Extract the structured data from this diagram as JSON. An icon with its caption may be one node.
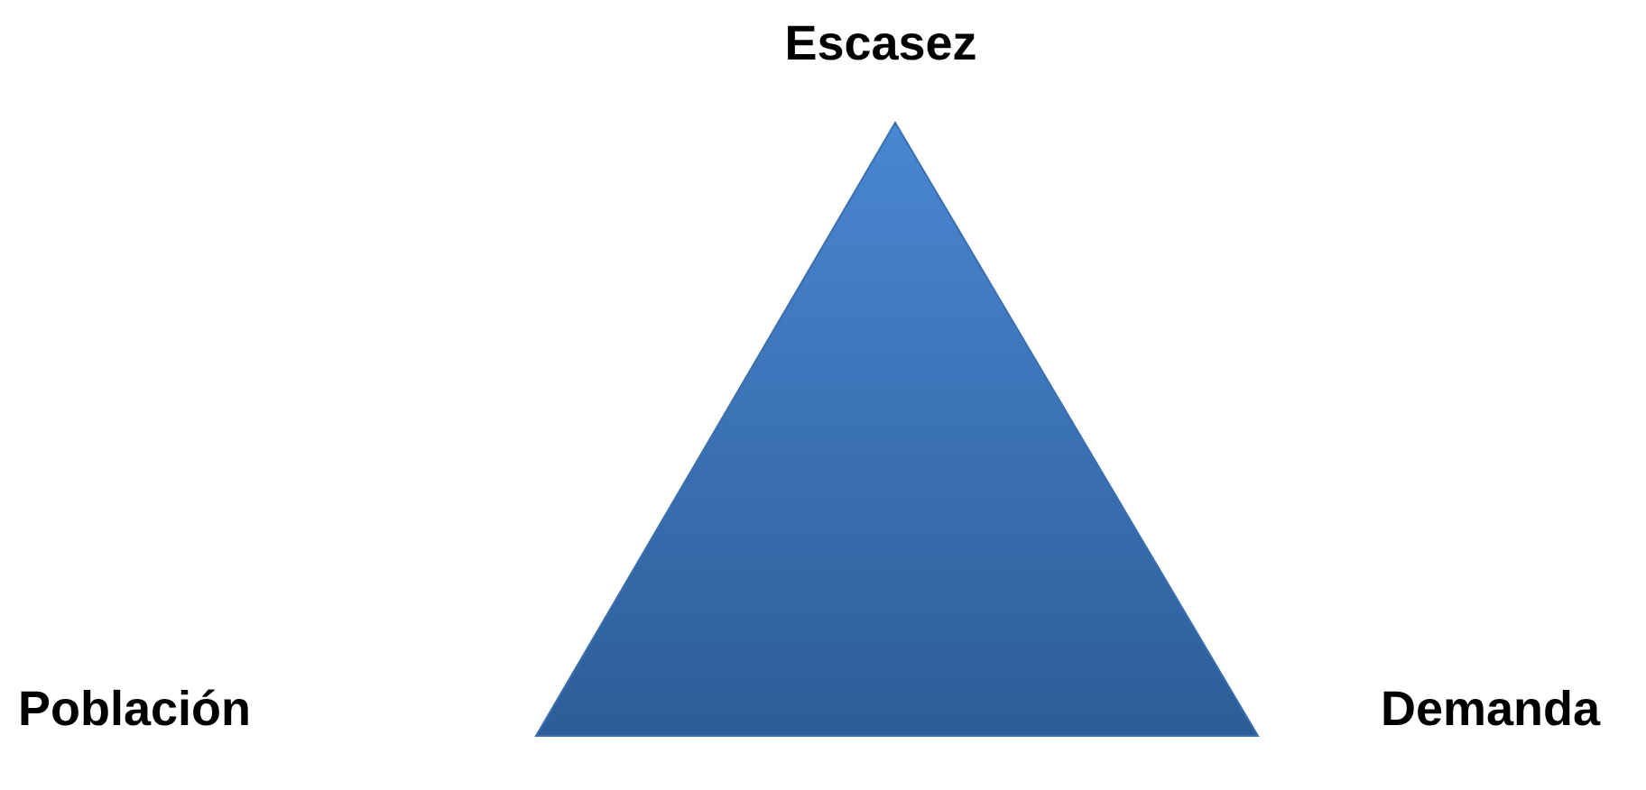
{
  "diagram": {
    "nodes": [
      {
        "text": [
          "Escasez",
          "Población",
          "Demanda"
        ]
      }
    ]
  }
}
